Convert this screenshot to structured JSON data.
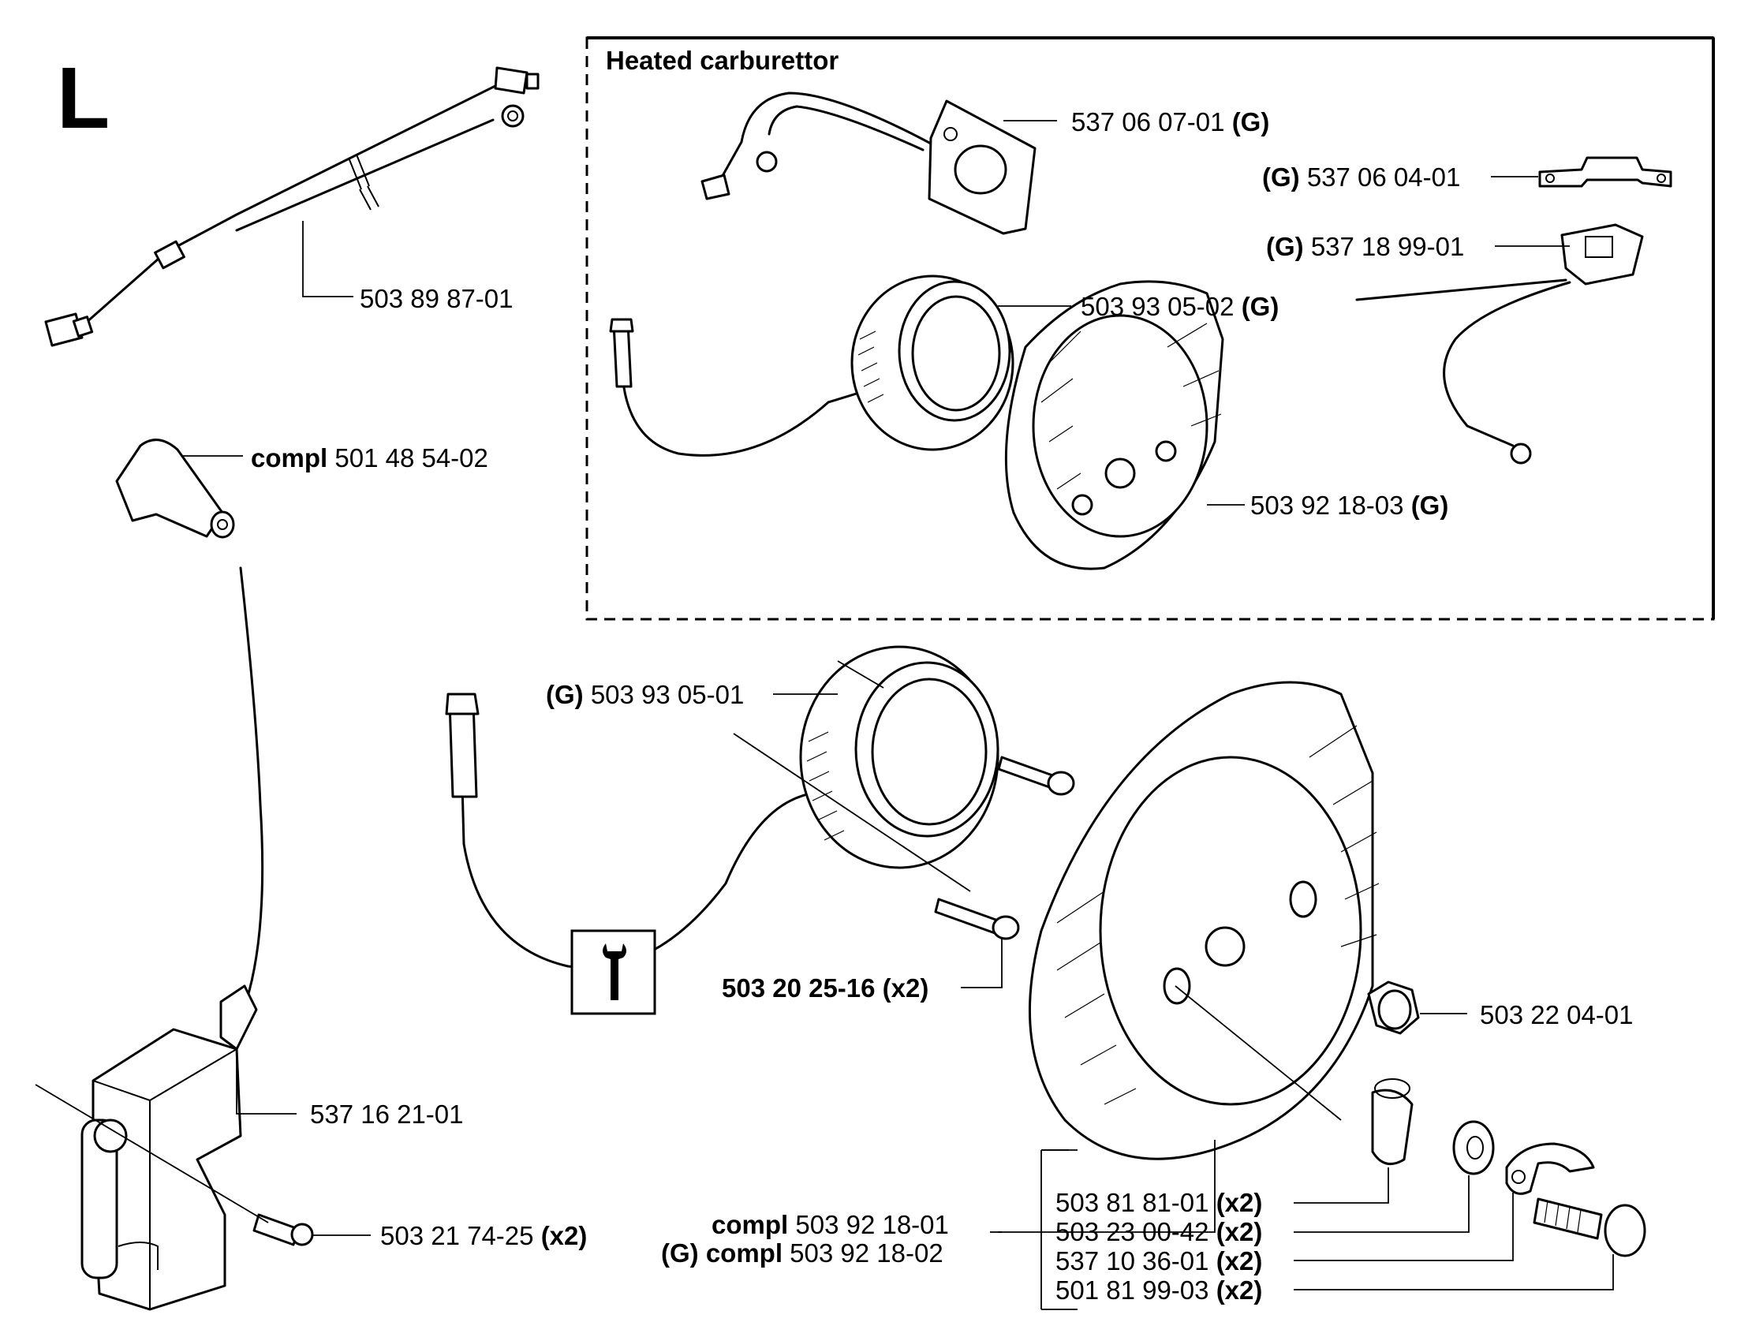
{
  "section_letter": "L",
  "box_title": "Heated carburettor",
  "parts": {
    "cable_top": "503 89 87-01",
    "spark_cap_prefix": "compl",
    "spark_cap": "501 48 54-02",
    "ignition_module": "537 16 21-01",
    "module_screw": "503 21 74-25",
    "module_screw_qty": "(x2)",
    "heat_gasket": "537 06 07-01",
    "heat_gasket_g": "(G)",
    "bracket_g": "(G)",
    "bracket": "537 06 04-01",
    "thermostat_g": "(G)",
    "thermostat": "537 18 99-01",
    "heat_generator": "503 93 05-02",
    "heat_generator_g": "(G)",
    "heat_flywheel": "503 92 18-03",
    "heat_flywheel_g": "(G)",
    "generator_g": "(G)",
    "generator": "503 93 05-01",
    "generator_screw": "503 20 25-16 (x2)",
    "flywheel_nut": "503 22 04-01",
    "flywheel_prefix": "compl",
    "flywheel": "503 92 18-01",
    "flywheel_g_prefix": "(G) compl",
    "flywheel_g": "503 92 18-02",
    "pawl_spring": "503 81 81-01",
    "pawl_spring_qty": "(x2)",
    "washer": "503 23 00-42",
    "washer_qty": "(x2)",
    "pawl": "537 10 36-01",
    "pawl_qty": "(x2)",
    "shoulder_screw": "501 81 99-03",
    "shoulder_screw_qty": "(x2)"
  }
}
